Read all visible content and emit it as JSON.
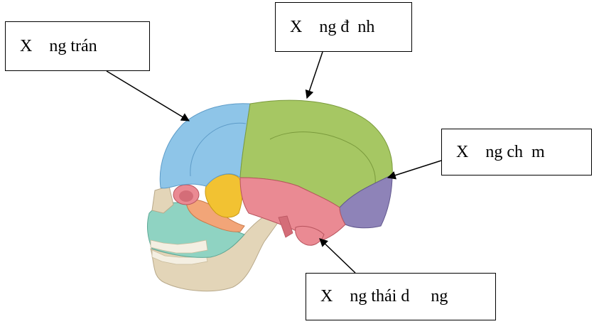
{
  "labels": {
    "frontal": "X    ng trán",
    "parietal": "X    ng đ  nh",
    "occipital": "X    ng ch  m",
    "temporal": "X    ng thái d     ng"
  },
  "colors": {
    "frontal_bone": "#8ec5e8",
    "parietal_bone": "#a6c763",
    "occipital_bone": "#8e83b8",
    "temporal_bone": "#ea8a93",
    "sphenoid_bone": "#f2c232",
    "zygomatic_bone": "#f2a578",
    "maxilla": "#8fd3c2",
    "mandible": "#e3d5b8"
  }
}
